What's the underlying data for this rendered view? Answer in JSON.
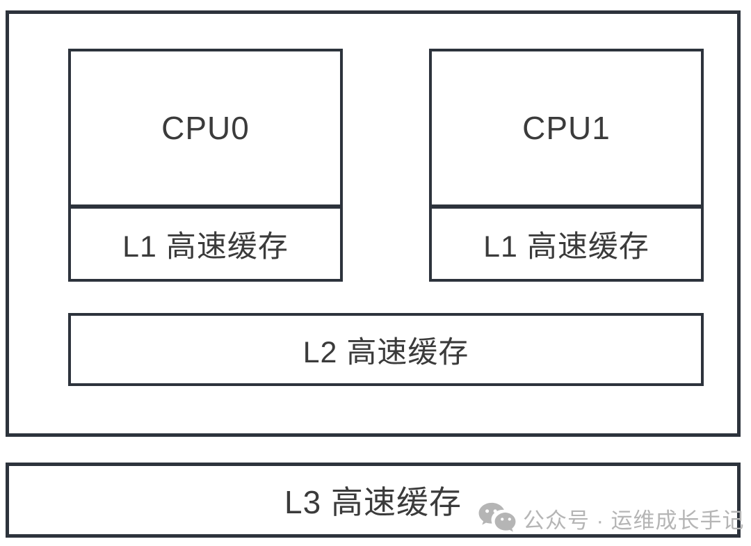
{
  "diagram": {
    "title_implicit": "CPU cache hierarchy",
    "cpu0_label": "CPU0",
    "cpu1_label": "CPU1",
    "l1_left_label": "L1 高速缓存",
    "l1_right_label": "L1 高速缓存",
    "l2_label": "L2 高速缓存",
    "l3_label": "L3 高速缓存"
  },
  "watermark": {
    "icon": "wechat-icon",
    "text": "公众号 · 运维成长手记",
    "color": "#b5b5b5"
  },
  "colors": {
    "border": "#2d333c",
    "text": "#3b3b3b",
    "background": "#ffffff"
  }
}
